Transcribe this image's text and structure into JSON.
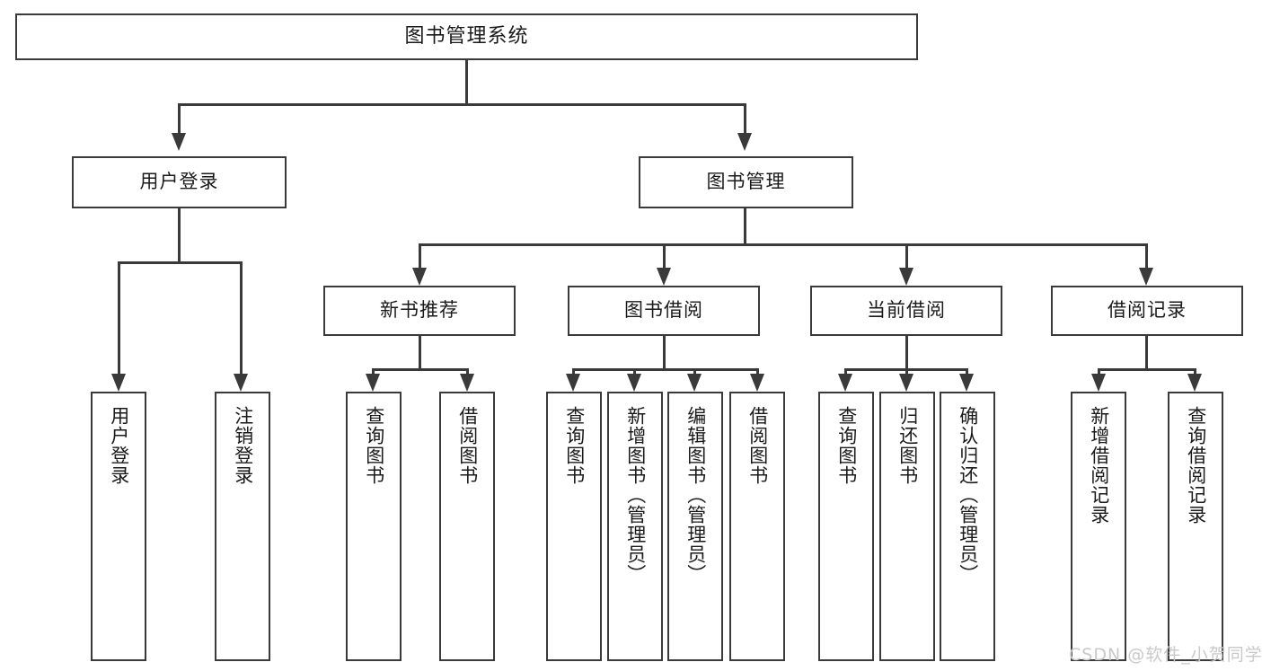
{
  "diagram": {
    "type": "hierarchy-tree",
    "title": "图书管理系统",
    "levels": 4,
    "root": {
      "id": "root",
      "label": "图书管理系统"
    },
    "level2": [
      {
        "id": "user-login",
        "label": "用户登录"
      },
      {
        "id": "book-manage",
        "label": "图书管理"
      }
    ],
    "level3": [
      {
        "id": "new-book-recommend",
        "label": "新书推荐",
        "parent": "book-manage"
      },
      {
        "id": "book-borrow",
        "label": "图书借阅",
        "parent": "book-manage"
      },
      {
        "id": "current-borrow",
        "label": "当前借阅",
        "parent": "book-manage"
      },
      {
        "id": "borrow-record",
        "label": "借阅记录",
        "parent": "book-manage"
      }
    ],
    "leaves": {
      "user_login": [
        {
          "id": "leaf-user-login",
          "label": "用户登录"
        },
        {
          "id": "leaf-logout-login",
          "label": "注销登录"
        }
      ],
      "new_book_recommend": [
        {
          "id": "leaf-query-book-1",
          "label": "查询图书"
        },
        {
          "id": "leaf-borrow-book-1",
          "label": "借阅图书"
        }
      ],
      "book_borrow": [
        {
          "id": "leaf-query-book-2",
          "label": "查询图书"
        },
        {
          "id": "leaf-add-book",
          "label": "新增图书（管理员）"
        },
        {
          "id": "leaf-edit-book",
          "label": "编辑图书（管理员）"
        },
        {
          "id": "leaf-borrow-book-2",
          "label": "借阅图书"
        }
      ],
      "current_borrow": [
        {
          "id": "leaf-query-book-3",
          "label": "查询图书"
        },
        {
          "id": "leaf-return-book",
          "label": "归还图书"
        },
        {
          "id": "leaf-confirm-return",
          "label": "确认归还（管理员）"
        }
      ],
      "borrow_record": [
        {
          "id": "leaf-add-record",
          "label": "新增借阅记录"
        },
        {
          "id": "leaf-query-record",
          "label": "查询借阅记录"
        }
      ]
    }
  },
  "watermark": {
    "text": "CSDN @软件_小贺同学"
  },
  "colors": {
    "stroke": "#3a3a3a",
    "text": "#1a1a1a",
    "background": "#ffffff",
    "watermark": "#c9c9c9"
  }
}
